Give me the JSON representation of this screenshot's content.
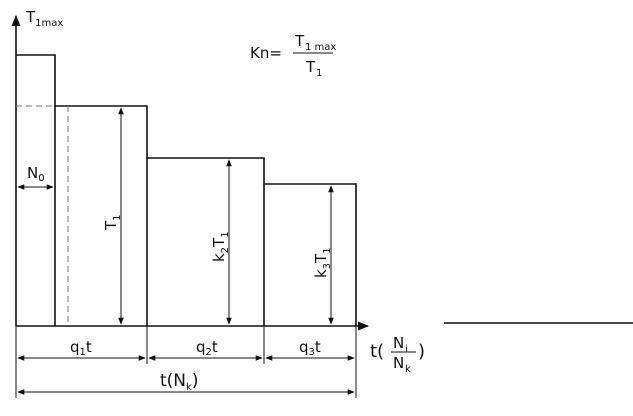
{
  "axis": {
    "y_label_main": "T",
    "y_label_sub": "1max",
    "x_label_prefix": "t(",
    "x_frac_num": "N",
    "x_frac_num_sub": "i",
    "x_frac_den": "N",
    "x_frac_den_sub": "k",
    "x_label_suffix": ")"
  },
  "formula": {
    "lhs": "Kn=",
    "num_main": "T",
    "num_sub": "1 max",
    "den_main": "T",
    "den_sub": "1"
  },
  "labels": {
    "n0_main": "N",
    "n0_sub": "0",
    "t1_main": "T",
    "t1_sub": "1",
    "k2t1_k": "k",
    "k2t1_k_sub": "2",
    "k2t1_t": "T",
    "k2t1_t_sub": "1",
    "k3t1_k": "k",
    "k3t1_k_sub": "3",
    "k3t1_t": "T",
    "k3t1_t_sub": "1",
    "q1t_q": "q",
    "q1t_sub": "1",
    "q1t_t": "t",
    "q2t_q": "q",
    "q2t_sub": "2",
    "q2t_t": "t",
    "q3t_q": "q",
    "q3t_sub": "3",
    "q3t_t": "t",
    "total_prefix": "t(N",
    "total_sub": "k",
    "total_suffix": ")"
  }
}
